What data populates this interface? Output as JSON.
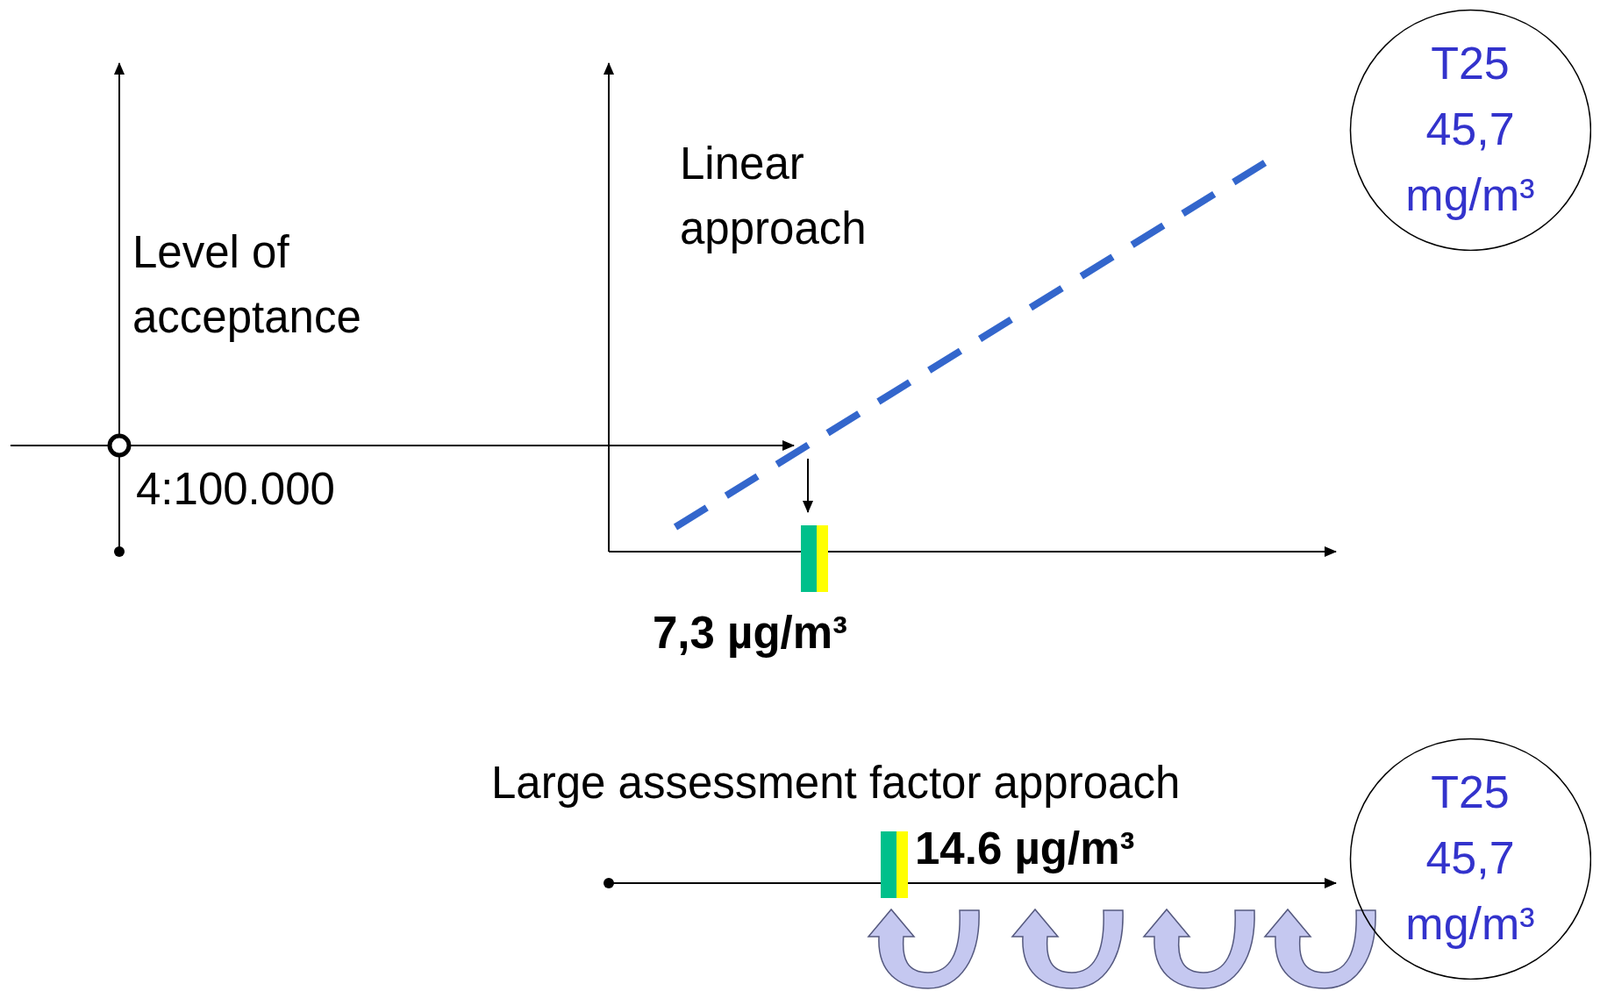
{
  "diagram": {
    "nodes": [
      {
        "text": [
          "T25 45,7 mg/m³"
        ]
      },
      {
        "text": [
          "T25 45,7 mg/m³"
        ]
      }
    ],
    "labels": [
      "Level of acceptance",
      "4:100.000",
      "Linear approach",
      "7,3 µg/m³",
      "Large assessment factor approach",
      "14.6 µg/m³"
    ]
  }
}
